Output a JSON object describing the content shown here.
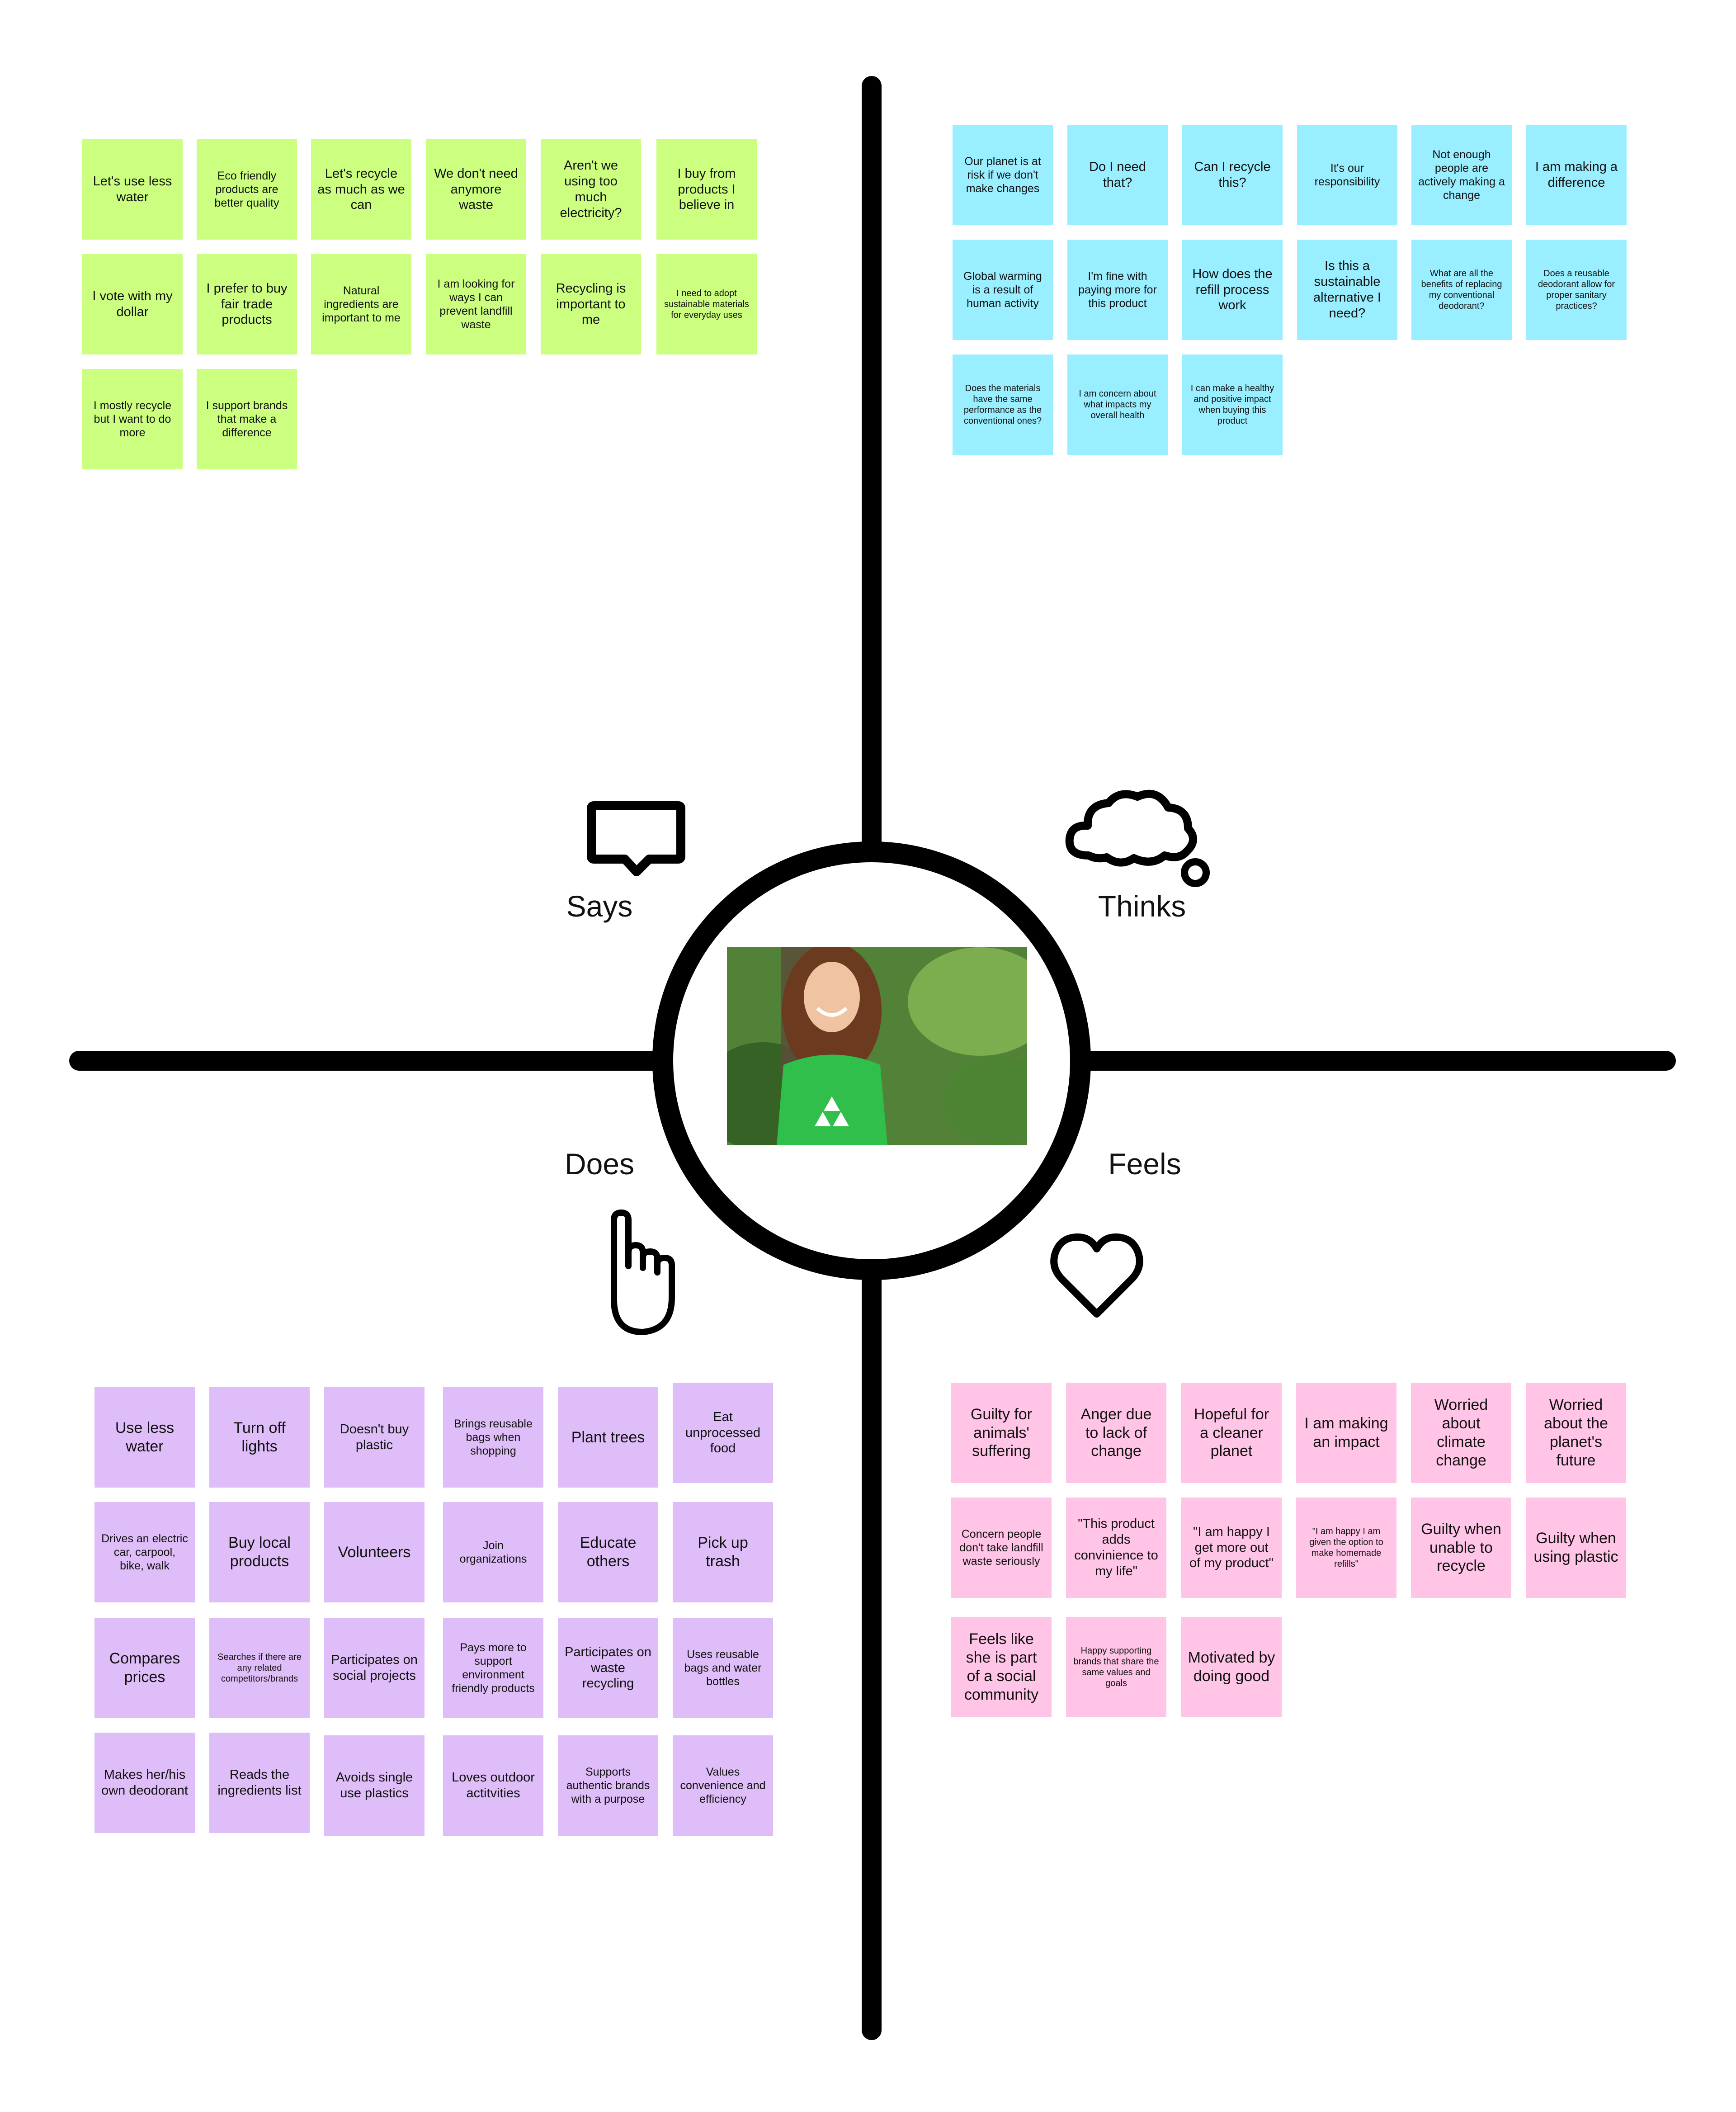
{
  "colors": {
    "says": "#ccff80",
    "thinks": "#99eeff",
    "does": "#dfbdf8",
    "feels": "#ffc4e6",
    "axis": "#000000"
  },
  "labels": {
    "says": "Says",
    "thinks": "Thinks",
    "does": "Does",
    "feels": "Feels"
  },
  "icons": {
    "says": "speech-bubble-icon",
    "thinks": "thought-cloud-icon",
    "does": "pointing-hand-icon",
    "feels": "heart-icon"
  },
  "persona_image": "smiling-woman-recycle-shirt-forest-photo",
  "says_notes": [
    "Let's use less water",
    "Eco friendly products are better quality",
    "Let's recycle as much as we can",
    "We don't need anymore waste",
    "Aren't we using too much electricity?",
    "I buy from products I believe in",
    "I vote with my dollar",
    "I prefer to buy fair trade products",
    "Natural ingredients are important to me",
    "I am looking for ways I can prevent landfill waste",
    "Recycling is important to me",
    "I need to adopt sustainable materials for everyday uses",
    "I mostly recycle but I want to do more",
    "I support brands that make a difference"
  ],
  "thinks_notes": [
    "Our planet is at risk if we don't make changes",
    "Do I need that?",
    "Can I recycle this?",
    "It's our responsibility",
    "Not enough people are actively making a change",
    "I am making a difference",
    "Global warming is a result of human activity",
    "I'm fine with paying more for this product",
    "How does the refill process work",
    "Is this a sustainable alternative I need?",
    "What are all the benefits of replacing my conventional deodorant?",
    "Does a reusable deodorant allow for proper sanitary practices?",
    "Does the materials have the same performance as the conventional ones?",
    "I am concern about what impacts my overall health",
    "I can make a healthy and positive impact when buying this product"
  ],
  "does_notes": [
    "Use less water",
    "Turn off lights",
    "Doesn't buy plastic",
    "Brings reusable bags when shopping",
    "Plant trees",
    "Eat unprocessed food",
    "Drives an electric car, carpool, bike, walk",
    "Buy local products",
    "Volunteers",
    "Join organizations",
    "Educate others",
    "Pick up trash",
    "Compares prices",
    "Searches if there are any related competitors/brands",
    "Participates on social projects",
    "Pays more to support environment friendly products",
    "Participates on waste recycling",
    "Uses reusable bags and water bottles",
    "Makes her/his own deodorant",
    "Reads the ingredients list",
    "Avoids single use plastics",
    "Loves outdoor actitvities",
    "Supports authentic brands with a purpose",
    "Values convenience and efficiency"
  ],
  "feels_notes": [
    "Guilty for animals' suffering",
    "Anger due to lack of change",
    "Hopeful for a cleaner planet",
    "I am making an impact",
    "Worried about climate change",
    "Worried about the planet's future",
    "Concern people don't take landfill waste seriously",
    "\"This product adds convinience to my life\"",
    "\"I am happy I get more out of my product\"",
    "\"I am happy I am given the option to make homemade refills\"",
    "Guilty when unable to recycle",
    "Guilty when using plastic",
    "Feels like she is part of a social community",
    "Happy supporting brands that share the same values and goals",
    "Motivated by doing good"
  ]
}
